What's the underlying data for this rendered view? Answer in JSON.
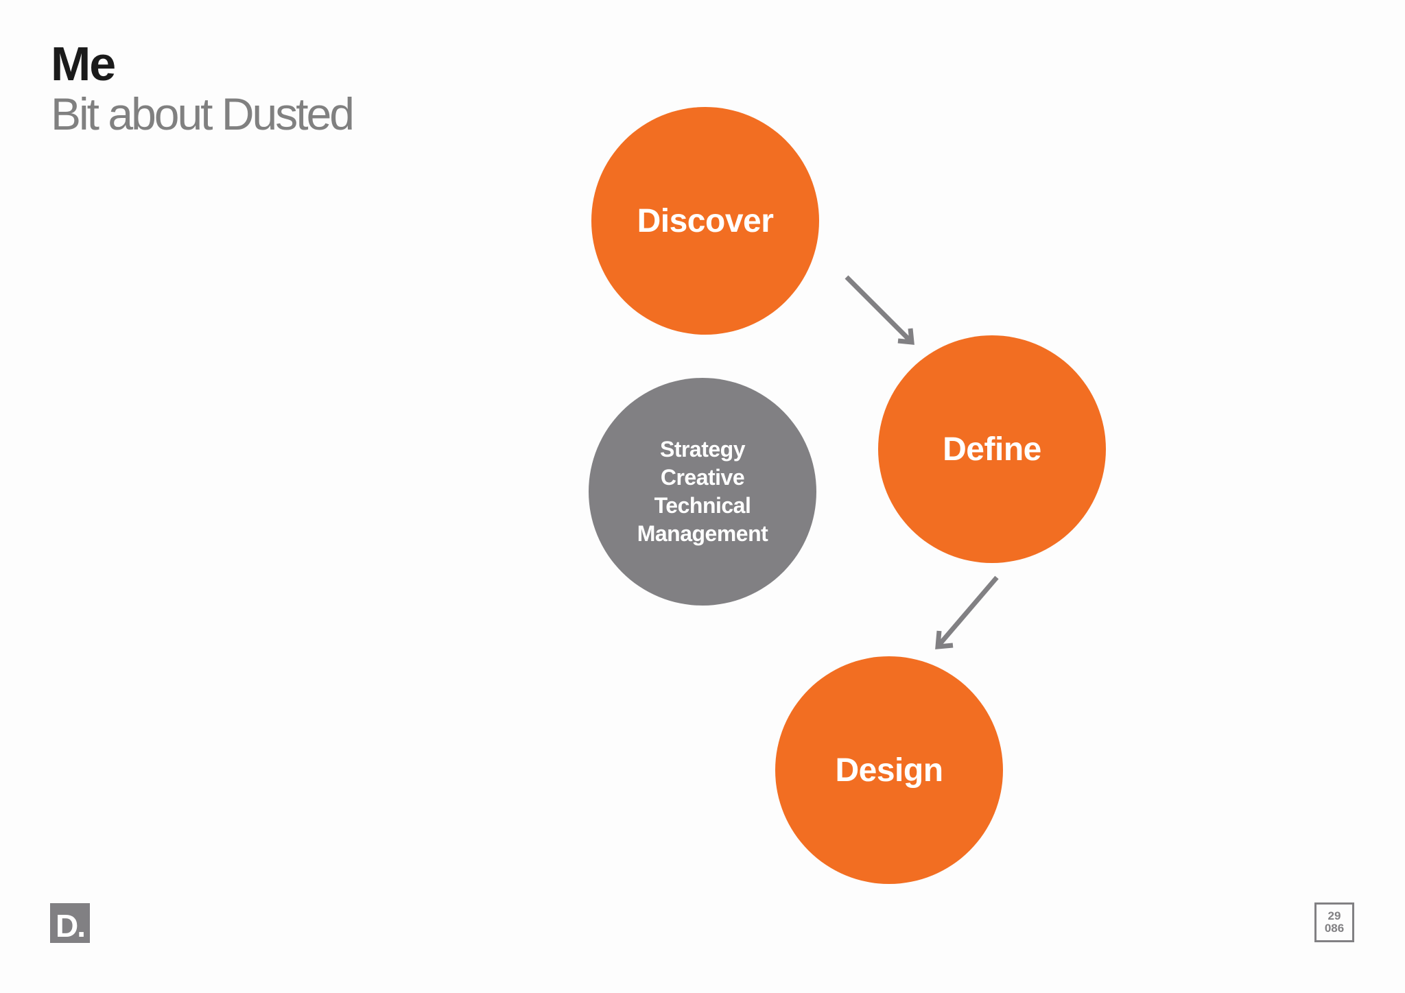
{
  "header": {
    "title": "Me",
    "subtitle": "Bit about Dusted"
  },
  "diagram": {
    "nodes": {
      "discover": "Discover",
      "define": "Define",
      "design": "Design",
      "disciplines": [
        "Strategy",
        "Creative",
        "Technical",
        "Management"
      ]
    },
    "edges": [
      {
        "from": "Discover",
        "to": "Define"
      },
      {
        "from": "Define",
        "to": "Design"
      }
    ],
    "colors": {
      "accent": "#f26e22",
      "neutral": "#818083"
    }
  },
  "footer": {
    "logo_text": "D.",
    "page_number": "29",
    "page_code": "086"
  }
}
